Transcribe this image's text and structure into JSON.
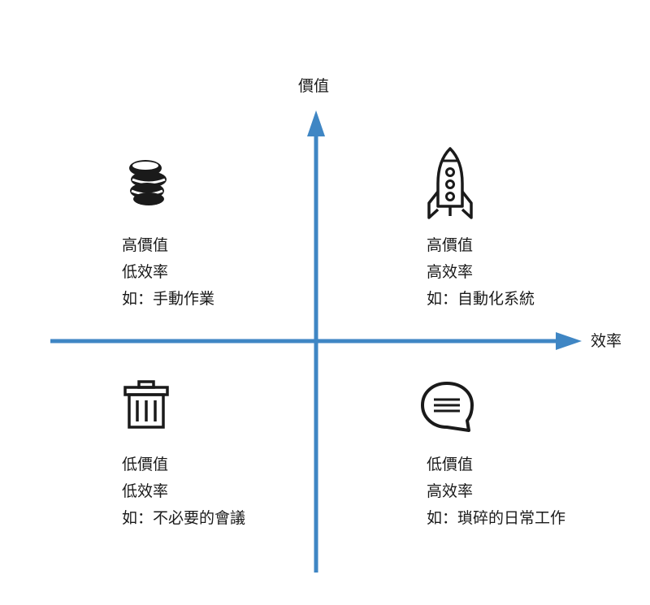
{
  "axes": {
    "y_label": "價值",
    "x_label": "效率",
    "color": "#3f86c4"
  },
  "quadrants": {
    "top_left": {
      "icon": "coins-stack-icon",
      "value_line": "高價值",
      "efficiency_line": "低效率",
      "example_line": "如：手動作業"
    },
    "top_right": {
      "icon": "rocket-icon",
      "value_line": "高價值",
      "efficiency_line": "高效率",
      "example_line": "如：自動化系統"
    },
    "bottom_left": {
      "icon": "trash-can-icon",
      "value_line": "低價值",
      "efficiency_line": "低效率",
      "example_line": "如：不必要的會議"
    },
    "bottom_right": {
      "icon": "chat-bubble-icon",
      "value_line": "低價值",
      "efficiency_line": "高效率",
      "example_line": "如：瑣碎的日常工作"
    }
  }
}
